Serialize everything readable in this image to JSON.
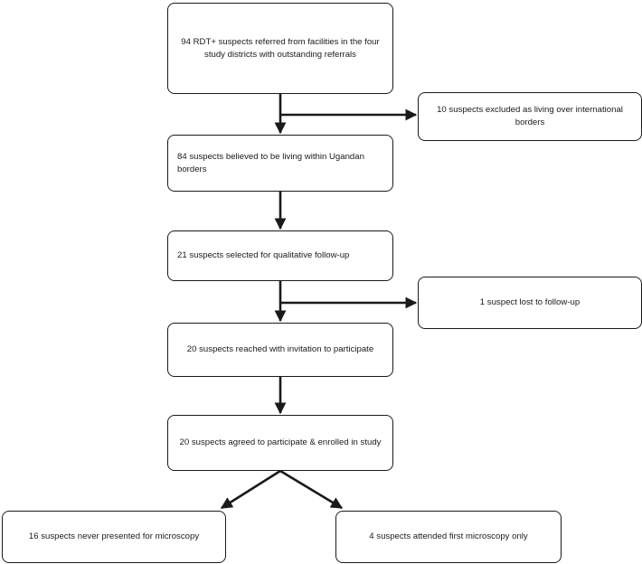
{
  "flowchart": {
    "boxes": [
      {
        "id": "referred",
        "text": "94 RDT+ suspects referred from facilities in the four study districts with outstanding referrals"
      },
      {
        "id": "excluded",
        "text": "10 suspects excluded as living over international borders"
      },
      {
        "id": "within-uganda",
        "text": "84 suspects believed to be living within Ugandan borders"
      },
      {
        "id": "selected",
        "text": "21 suspects selected for qualitative follow-up"
      },
      {
        "id": "lost",
        "text": "1 suspect lost to follow-up"
      },
      {
        "id": "reached",
        "text": "20 suspects reached with invitation to participate"
      },
      {
        "id": "enrolled",
        "text": "20 suspects agreed to participate & enrolled in study"
      },
      {
        "id": "never-presented",
        "text": "16 suspects never presented for microscopy"
      },
      {
        "id": "first-only",
        "text": "4 suspects attended first microscopy only"
      }
    ]
  },
  "colors": {
    "stroke": "#1a1a1a",
    "background": "#ffffff"
  }
}
